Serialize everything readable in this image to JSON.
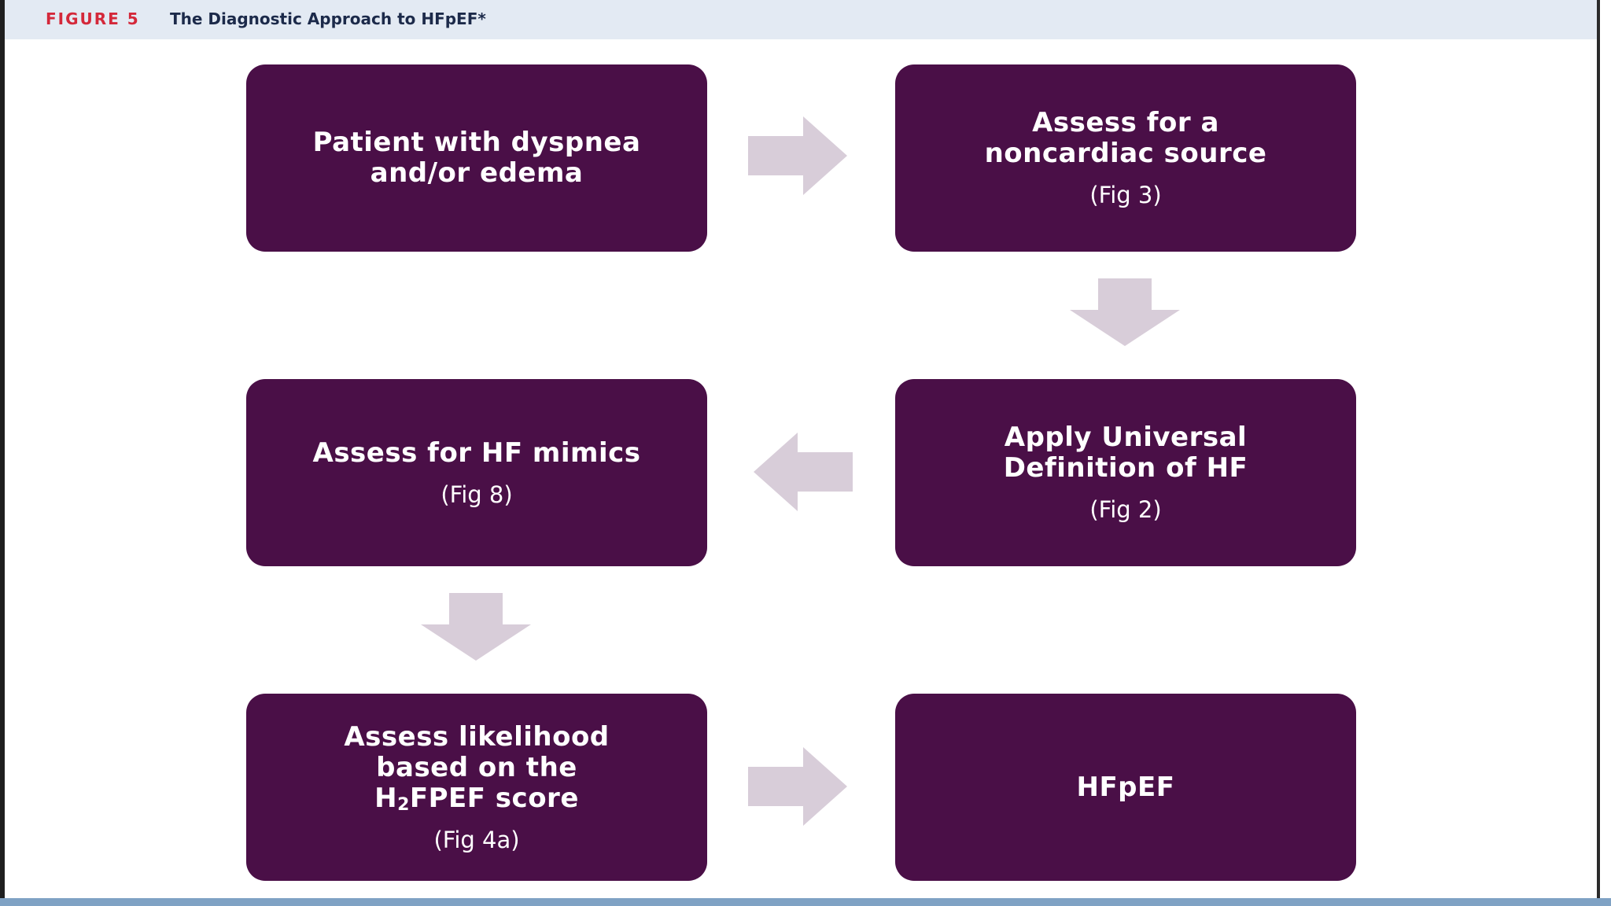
{
  "header": {
    "figure_label": "FIGURE 5",
    "title": "The Diagnostic Approach to HFpEF*"
  },
  "nodes": {
    "patient": {
      "line1": "Patient with dyspnea",
      "line2": "and/or edema"
    },
    "noncardiac": {
      "line1": "Assess for a",
      "line2": "noncardiac source",
      "ref": "(Fig 3)"
    },
    "universal": {
      "line1": "Apply Universal",
      "line2": "Definition of HF",
      "ref": "(Fig 2)"
    },
    "mimics": {
      "line1": "Assess for HF mimics",
      "ref": "(Fig 8)"
    },
    "likelihood": {
      "line1": "Assess likelihood",
      "line2": "based on the",
      "line3_prefix": "H",
      "line3_sub": "2",
      "line3_suffix": "FPEF score",
      "ref": "(Fig 4a)"
    },
    "hfpef": {
      "line1": "HFpEF"
    }
  },
  "colors": {
    "box": "#4a0f47",
    "arrow": "#d8cdd9",
    "figure_label": "#d4283a",
    "header_bg": "#e3eaf3"
  }
}
